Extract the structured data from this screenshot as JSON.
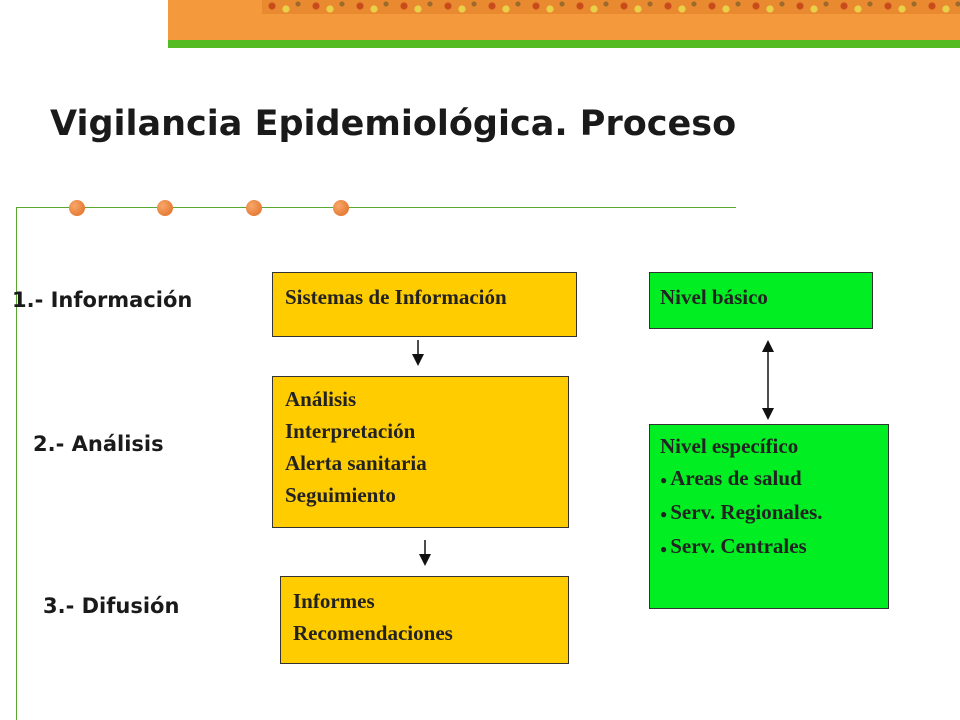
{
  "title": "Vigilancia Epidemiológica. Proceso",
  "steps": [
    {
      "label": "1.- Información"
    },
    {
      "label": "2.- Análisis"
    },
    {
      "label": "3.- Difusión"
    }
  ],
  "process_boxes": {
    "info": {
      "lines": [
        "Sistemas de Información"
      ]
    },
    "analysis": {
      "lines": [
        "Análisis",
        "Interpretación",
        "Alerta sanitaria",
        "Seguimiento"
      ]
    },
    "diffusion": {
      "lines": [
        "Informes",
        "Recomendaciones"
      ]
    }
  },
  "levels": {
    "basic": {
      "title": "Nivel básico"
    },
    "specific": {
      "title": "Nivel específico",
      "bullets": [
        "Areas de salud",
        "Serv. Regionales.",
        "Serv. Centrales"
      ]
    }
  },
  "colors": {
    "process_box": "#ffcc00",
    "level_box": "#00ee22",
    "accent_orange": "#f59a3c",
    "accent_green": "#55bb22"
  },
  "icons": {
    "bullet": "●"
  }
}
